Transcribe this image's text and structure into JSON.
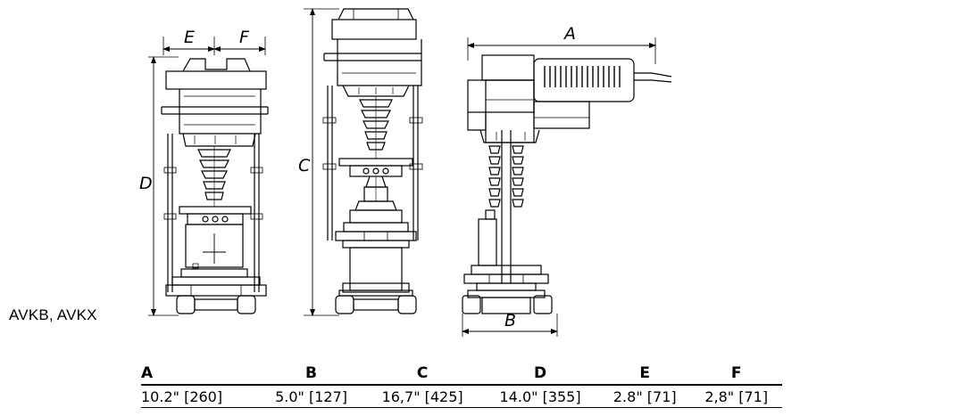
{
  "dimension_labels": {
    "a": "A",
    "b": "B",
    "c": "C",
    "d": "D",
    "e": "E",
    "f": "F"
  },
  "model_label": "AVKB, AVKX",
  "table": {
    "headers": [
      "A",
      "B",
      "C",
      "D",
      "E",
      "F"
    ],
    "values": [
      "10.2\" [260]",
      "5.0\" [127]",
      "16,7\" [425]",
      "14.0\" [355]",
      "2.8\" [71]",
      "2,8\" [71]"
    ]
  }
}
